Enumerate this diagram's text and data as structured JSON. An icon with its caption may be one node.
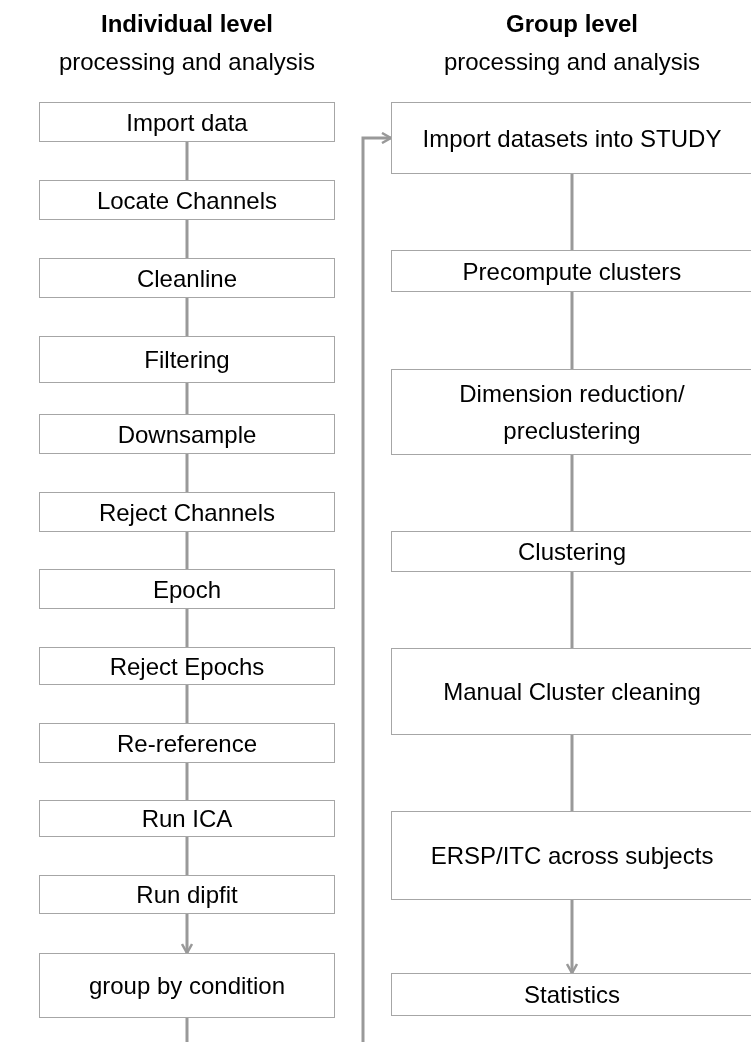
{
  "diagram": {
    "nodes": [
      {
        "text": [
          "Import data"
        ]
      },
      {
        "text": [
          "Locate Channels"
        ]
      },
      {
        "text": [
          "Cleanline"
        ]
      },
      {
        "text": [
          "Filtering"
        ]
      },
      {
        "text": [
          "Downsample"
        ]
      },
      {
        "text": [
          "Reject Channels"
        ]
      },
      {
        "text": [
          "Epoch"
        ]
      },
      {
        "text": [
          "Reject Epochs"
        ]
      },
      {
        "text": [
          "Re-reference"
        ]
      },
      {
        "text": [
          "Run ICA"
        ]
      },
      {
        "text": [
          "Run dipfit"
        ]
      },
      {
        "text": [
          "group by condition"
        ]
      },
      {
        "text": [
          "Import datasets into STUDY"
        ]
      },
      {
        "text": [
          "Precompute clusters"
        ]
      },
      {
        "text": [
          "Dimension reduction/ preclustering"
        ]
      },
      {
        "text": [
          "Clustering"
        ]
      },
      {
        "text": [
          "Manual Cluster cleaning"
        ]
      },
      {
        "text": [
          "ERSP/ITC across subjects"
        ]
      },
      {
        "text": [
          "Statistics"
        ]
      }
    ],
    "edges": [
      {
        "from": 0,
        "to": 1,
        "arrow": "none"
      },
      {
        "from": 1,
        "to": 2,
        "arrow": "none"
      },
      {
        "from": 2,
        "to": 3,
        "arrow": "none"
      },
      {
        "from": 3,
        "to": 4,
        "arrow": "none"
      },
      {
        "from": 4,
        "to": 5,
        "arrow": "none"
      },
      {
        "from": 5,
        "to": 6,
        "arrow": "none"
      },
      {
        "from": 6,
        "to": 7,
        "arrow": "none"
      },
      {
        "from": 7,
        "to": 8,
        "arrow": "none"
      },
      {
        "from": 8,
        "to": 9,
        "arrow": "none"
      },
      {
        "from": 9,
        "to": 10,
        "arrow": "none"
      },
      {
        "from": 10,
        "to": 11,
        "arrow": "to"
      },
      {
        "from": 11,
        "to": null,
        "arrow": "none"
      },
      {
        "from": null,
        "to": 12,
        "arrow": "to"
      },
      {
        "from": 12,
        "to": 13,
        "arrow": "none"
      },
      {
        "from": 13,
        "to": 14,
        "arrow": "none"
      },
      {
        "from": 14,
        "to": 15,
        "arrow": "none"
      },
      {
        "from": 15,
        "to": 16,
        "arrow": "none"
      },
      {
        "from": 16,
        "to": 17,
        "arrow": "none"
      },
      {
        "from": 17,
        "to": 18,
        "arrow": "to"
      }
    ],
    "labels": [
      "Individual level",
      "processing and analysis",
      "Group level",
      "processing and analysis"
    ]
  }
}
